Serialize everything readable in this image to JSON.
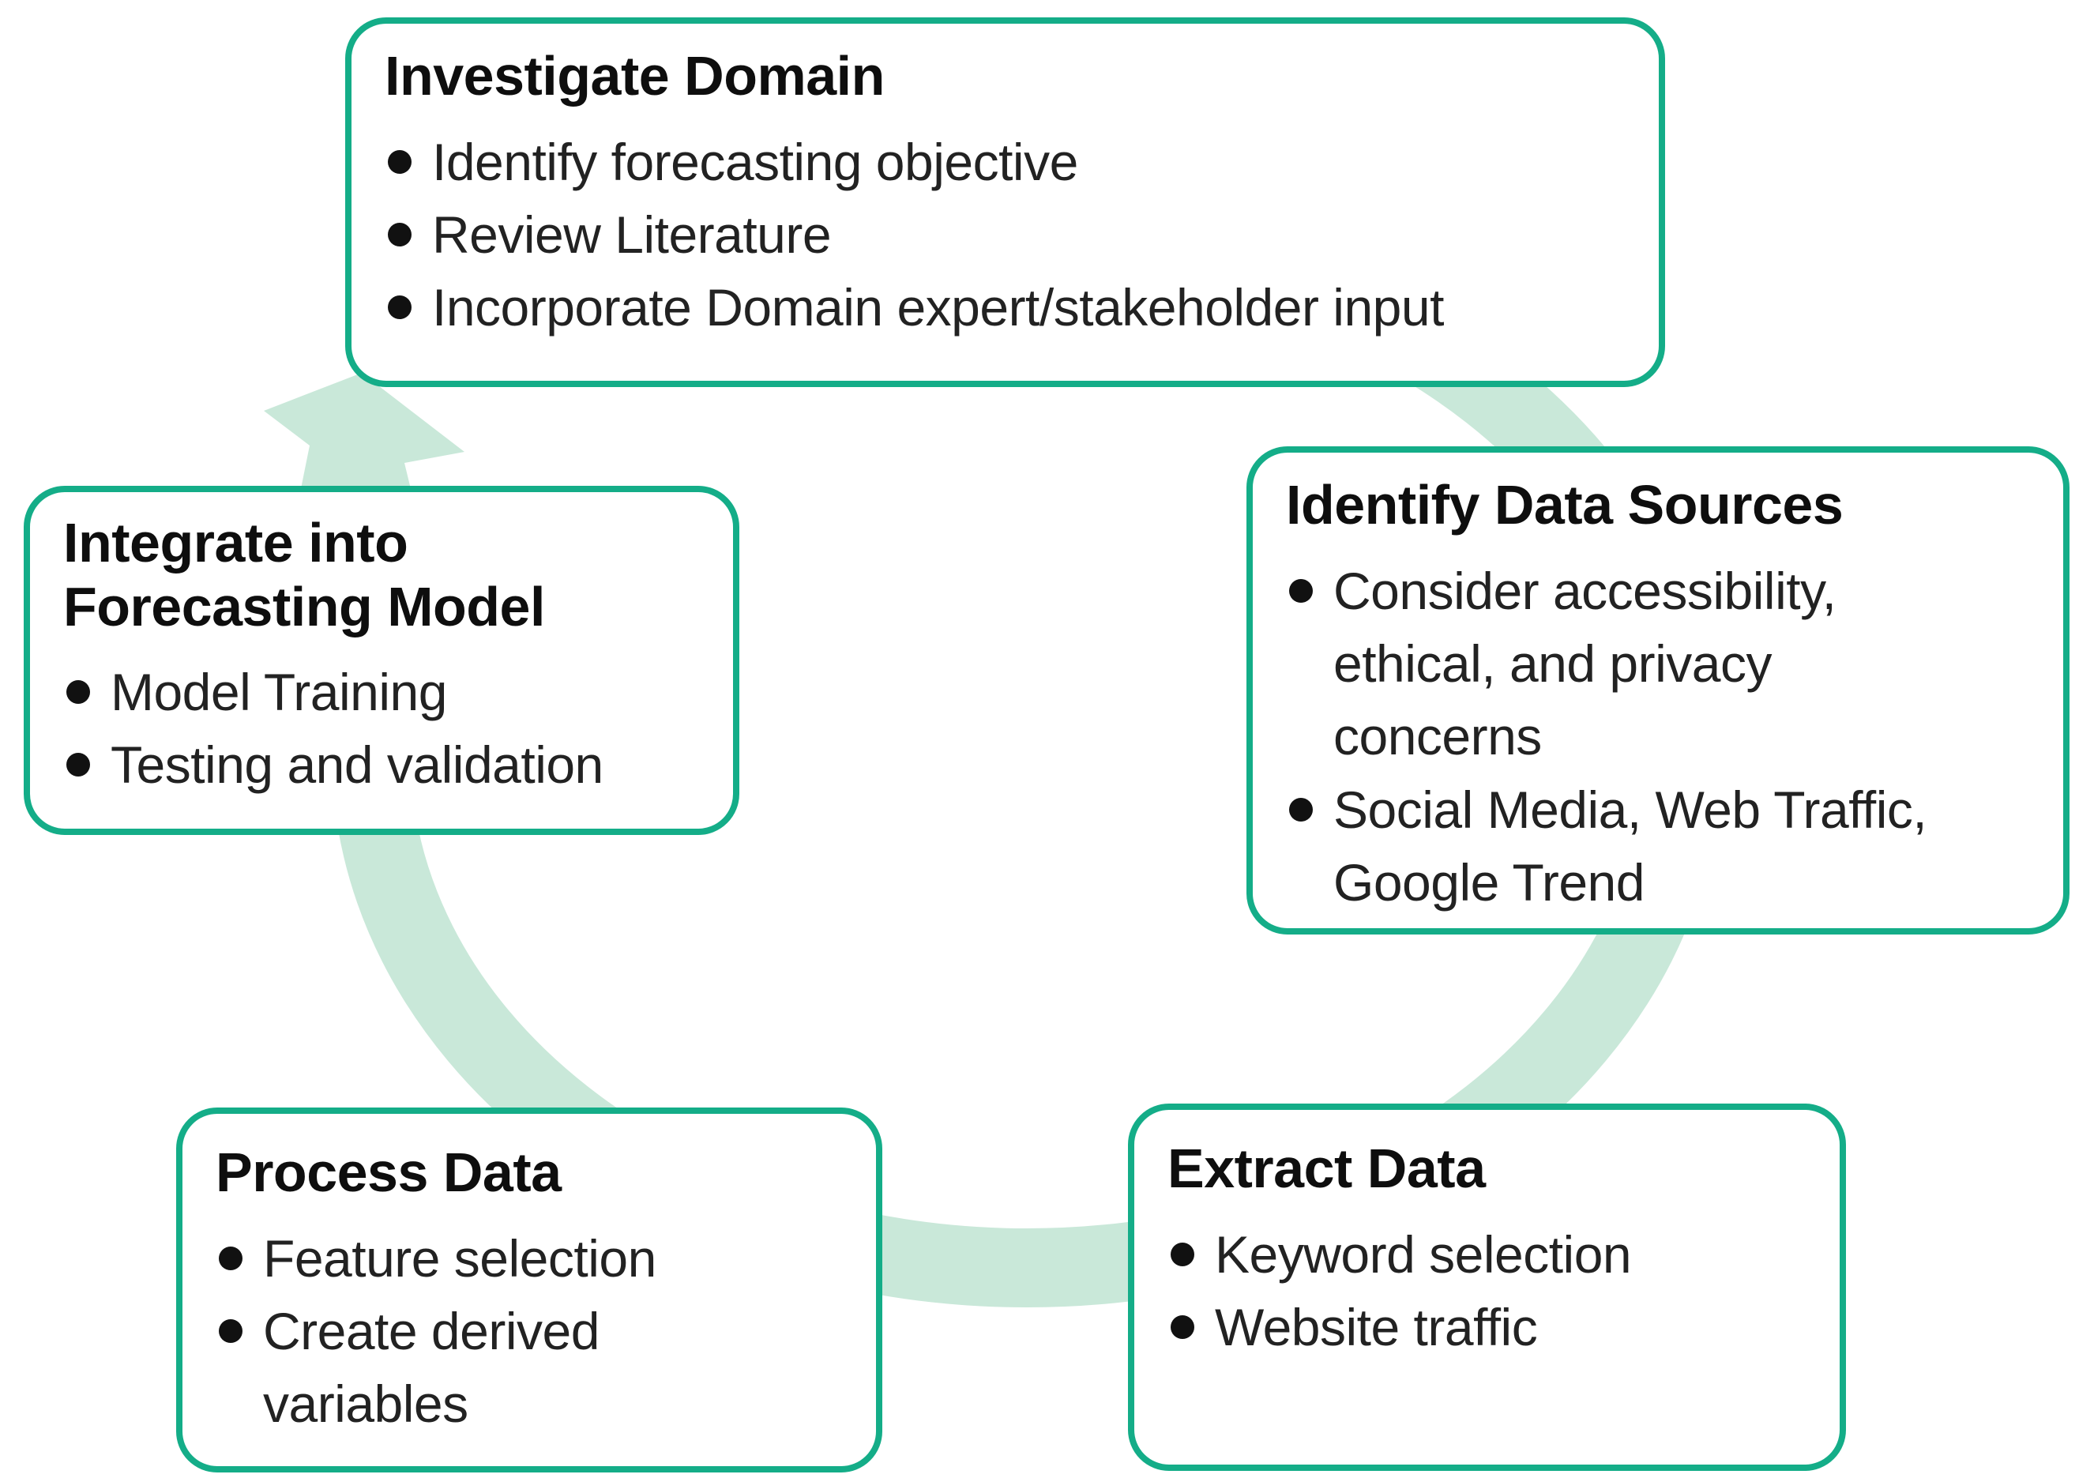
{
  "diagram": {
    "type": "cycle",
    "colors": {
      "box_border": "#14AD88",
      "ring": "#C9E8D9",
      "text": "#1C1C1C",
      "background": "#FFFFFF"
    },
    "nodes": [
      {
        "id": "investigate-domain",
        "title": "Investigate Domain",
        "bullets": [
          "Identify forecasting objective",
          "Review Literature",
          "Incorporate Domain expert/stakeholder input"
        ]
      },
      {
        "id": "identify-data-sources",
        "title": "Identify Data Sources",
        "bullets": [
          "Consider accessibility,\nethical, and privacy\nconcerns",
          "Social Media, Web Traffic,\nGoogle Trend"
        ]
      },
      {
        "id": "extract-data",
        "title": "Extract Data",
        "bullets": [
          "Keyword selection",
          "Website traffic"
        ]
      },
      {
        "id": "process-data",
        "title": "Process Data",
        "bullets": [
          "Feature selection",
          "Create derived\nvariables"
        ]
      },
      {
        "id": "integrate-into-forecasting-model",
        "title": "Integrate into\nForecasting Model",
        "bullets": [
          "Model Training",
          "Testing and validation"
        ]
      }
    ]
  }
}
